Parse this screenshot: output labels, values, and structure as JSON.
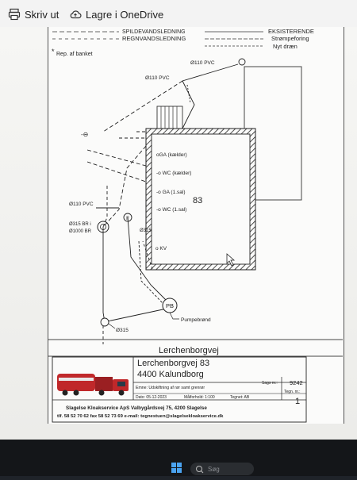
{
  "toolbar": {
    "print_label": "Skriv ut",
    "onedrive_label": "Lagre i OneDrive"
  },
  "legend": {
    "sewer": "SPILDEVANDSLEDNING",
    "rainwater": "REGNVANDSLEDNING",
    "existing": "EKSISTERENDE",
    "stocking": "Strømpeforing",
    "new_drain": "Nyt dræn",
    "repair": "Rep. af banket"
  },
  "plan": {
    "pipe_top": "Ø110 PVC",
    "pipe_mid": "Ø110 PVC",
    "pipe_left": "Ø110 PVC",
    "house_number": "83",
    "fixtures": [
      "GA (kælder)",
      "WC (kælder)",
      "GA (1.sal)",
      "WC (1.sal)",
      "KV"
    ],
    "well_label_1": "Ø315 BR i",
    "well_label_2": "Ø1000 BR",
    "well_small": "Ø315",
    "well_bottom": "Ø315",
    "pump_symbol": "PB",
    "pump_label": "Pumpebrønd",
    "street": "Lerchenborgvej"
  },
  "title_block": {
    "address_1": "Lerchenborgvej 83",
    "address_2": "4400 Kalundborg",
    "case_label": "Sags nr.:",
    "case_number": "9242",
    "subject": "Emne: Udskiftning af rør samt grenrør",
    "drawing_label": "Tegn. nr.:",
    "drawing_number": "1",
    "date": "Dato: 05-12-2023",
    "scale": "Målforhold: 1:100",
    "drawn_by": "Tegnet: AB",
    "company_line": "Slagelse Kloakservice ApS   Valbygårdsvej 75, 4200 Slagelse",
    "contact_line": "tlf. 58 52 70 62   fax 58 52 73 69   e-mail: tegnestuen@slagelsekloakservice.dk"
  },
  "taskbar": {
    "search_placeholder": "Søg"
  },
  "colors": {
    "screen_bg": "#f3f3f1",
    "lines": "#222222",
    "truck_red": "#c0282a",
    "taskbar": "#141619"
  }
}
